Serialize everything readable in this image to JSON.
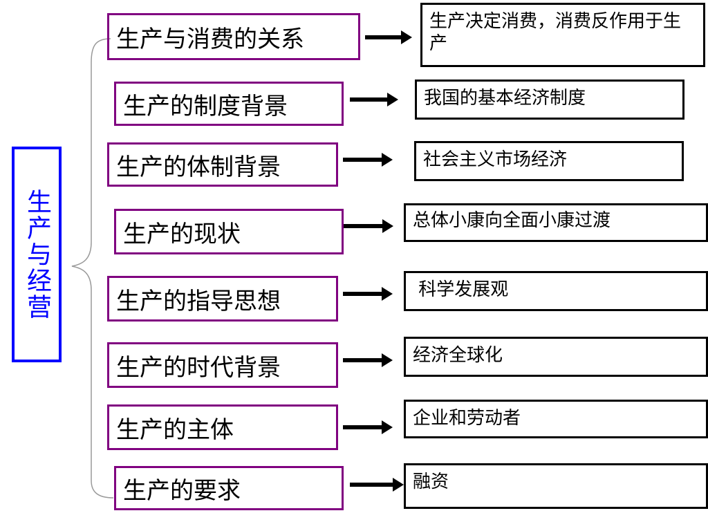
{
  "root": {
    "label": "生产与经营"
  },
  "topics": [
    "生产与消费的关系",
    "生产的制度背景",
    "生产的体制背景",
    "生产的现状",
    "生产的指导思想",
    "生产的时代背景",
    "生产的主体",
    "生产的要求"
  ],
  "details": [
    "生产决定消费，消费反作用于生产",
    "我国的基本经济制度",
    "社会主义市场经济",
    "总体小康向全面小康过渡",
    " 科学发展观",
    "经济全球化",
    "企业和劳动者",
    "融资"
  ],
  "colors": {
    "root_border": "#0000ff",
    "root_text": "#0000ff",
    "topic_border": "#800080",
    "detail_border": "#000000",
    "arrow": "#000000"
  }
}
